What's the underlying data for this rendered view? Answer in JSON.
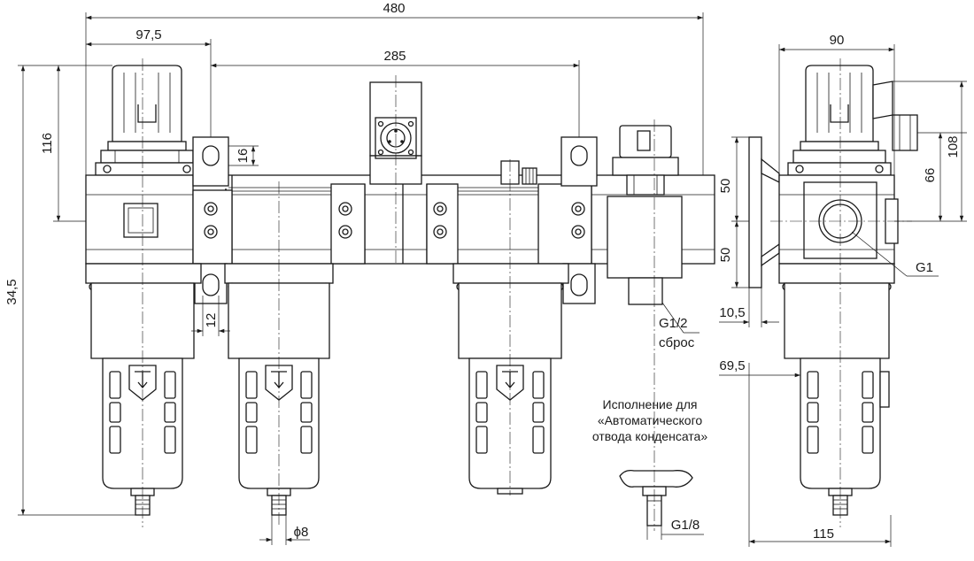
{
  "dimensions": {
    "overall_width": "480",
    "regulator_offset": "97,5",
    "module_pitch": "285",
    "side_width": "90",
    "upper_height": "116",
    "mount_slot": "16",
    "total_height": "34,5",
    "slot_width": "12",
    "drain_diameter": "ϕ8",
    "side_upper_a": "50",
    "side_lower_a": "50",
    "side_port_height": "66",
    "side_total_height": "108",
    "bracket_thickness": "10,5",
    "bracket_offset": "69,5",
    "side_bottom_width": "115",
    "port_size": "G1",
    "drain_thread": "G1/8"
  },
  "callouts": {
    "dump_thread": "G1/2",
    "dump_label": "сброс"
  },
  "note": {
    "line1": "Исполнение для",
    "line2": "«Автоматического",
    "line3": "отвода конденсата»"
  }
}
